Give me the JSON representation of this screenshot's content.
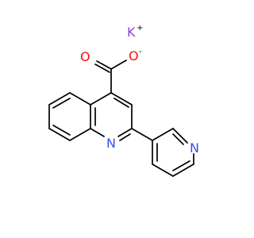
{
  "molecule": {
    "atoms": [
      {
        "id": "K",
        "symbol": "K",
        "charge": "+",
        "color": "#8F40D4"
      },
      {
        "id": "O1",
        "symbol": "O",
        "charge": "-",
        "color": "#FF0D0D"
      },
      {
        "id": "O2",
        "symbol": "O",
        "charge": "",
        "color": "#FF0D0D"
      },
      {
        "id": "N1",
        "symbol": "N",
        "charge": "",
        "color": "#3050F8"
      },
      {
        "id": "N2",
        "symbol": "N",
        "charge": "",
        "color": "#3050F8"
      }
    ]
  },
  "colors": {
    "bond": "#000000",
    "background": "#FFFFFF"
  }
}
